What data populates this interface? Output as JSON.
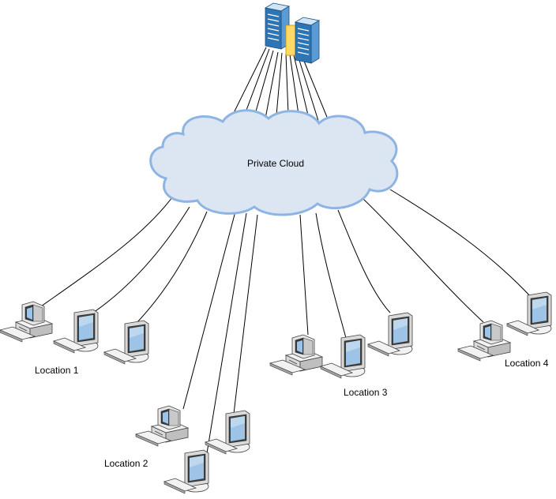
{
  "diagram": {
    "cloud_label": "Private Cloud",
    "locations": [
      {
        "label": "Location 1"
      },
      {
        "label": "Location 2"
      },
      {
        "label": "Location 3"
      },
      {
        "label": "Location 4"
      }
    ]
  }
}
